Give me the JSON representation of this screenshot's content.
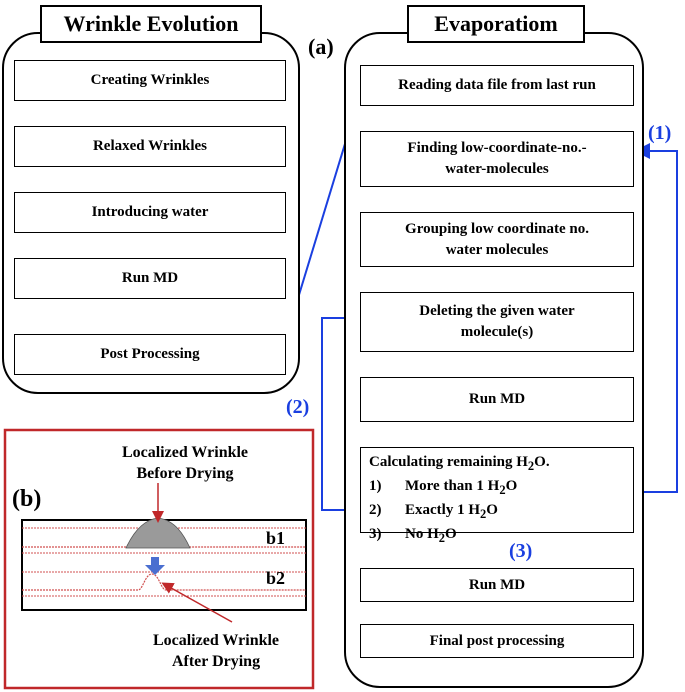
{
  "wrinkle_panel": {
    "title": "Wrinkle Evolution",
    "steps": [
      "Creating Wrinkles",
      "Relaxed Wrinkles",
      "Introducing water",
      "Run MD",
      "Post Processing"
    ]
  },
  "evap_panel": {
    "title": "Evaporatiom",
    "label_a": "(a)",
    "steps": {
      "s1": "Reading data file from last run",
      "s2_l1": "Finding low-coordinate-no.-",
      "s2_l2": "water-molecules",
      "s3_l1": "Grouping low coordinate no.",
      "s3_l2": "water molecules",
      "s4_l1": "Deleting the given water",
      "s4_l2": "molecule(s)",
      "s5": "Run MD",
      "calc_title": "Calculating remaining H",
      "calc_title_sub": "2",
      "calc_title_end": "O.",
      "opt1_num": "1)",
      "opt1": "More than 1 H",
      "opt1_sub": "2",
      "opt1_end": "O",
      "opt2_num": "2)",
      "opt2": "Exactly 1 H",
      "opt2_sub": "2",
      "opt2_end": "O",
      "opt3_num": "3)",
      "opt3": "No H",
      "opt3_sub": "2",
      "opt3_end": "O",
      "s6": "Run MD",
      "s7": "Final post processing"
    },
    "loop1": "(1)",
    "loop2": "(2)",
    "loop3": "(3)"
  },
  "panel_b": {
    "label": "(b)",
    "top_caption_l1": "Localized Wrinkle",
    "top_caption_l2": "Before Drying",
    "bottom_caption_l1": "Localized Wrinkle",
    "bottom_caption_l2": "After Drying",
    "b1": "b1",
    "b2": "b2"
  },
  "colors": {
    "flow_arrow": "#1a3fe0",
    "panel_b_border": "#c0282a",
    "pointer": "#c0282a",
    "sheet_line": "#d05050"
  }
}
